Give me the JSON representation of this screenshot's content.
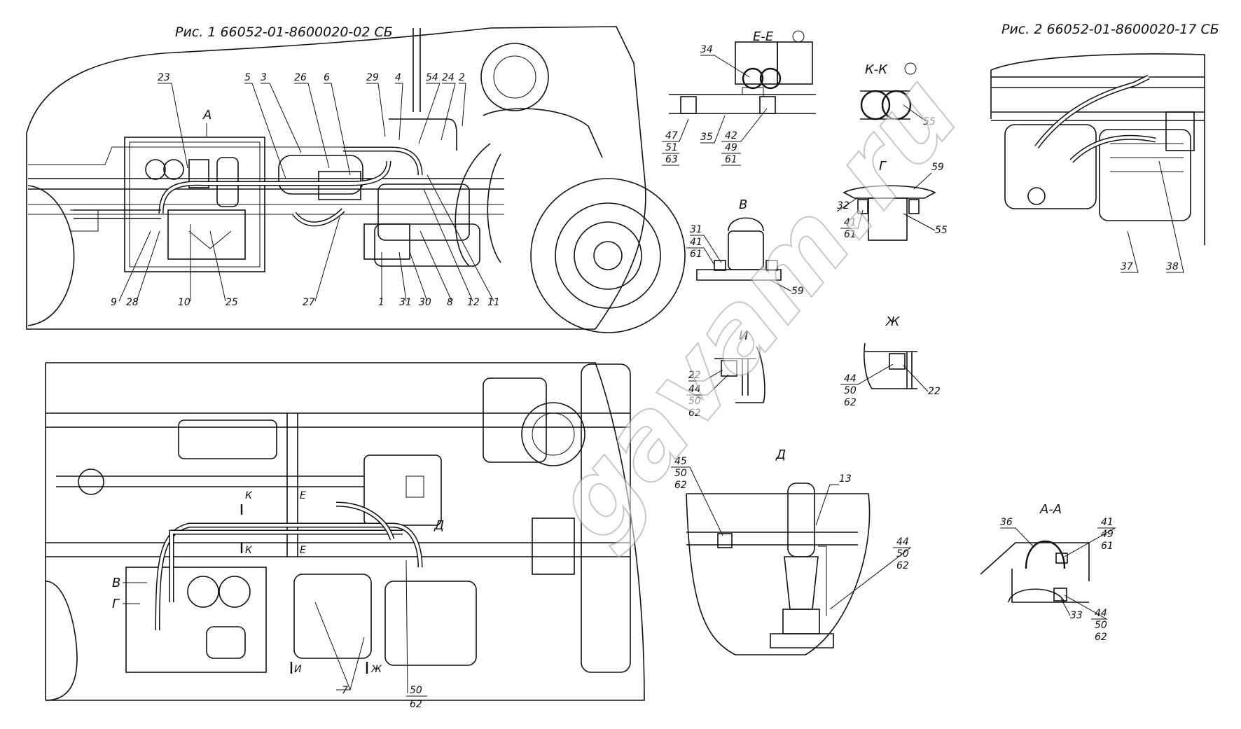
{
  "figures": {
    "fig1_title": "Рис. 1   66052-01-8600020-02 СБ",
    "fig2_title": "Рис. 2   66052-01-8600020-17 СБ"
  },
  "views": {
    "A": "А",
    "EE": "Е-Е",
    "KK": "К-К",
    "G": "Г",
    "V": "В",
    "I": "И",
    "ZH": "Ж",
    "D": "Д",
    "AA": "А-А"
  },
  "callouts": {
    "fig1_top": [
      "23",
      "5",
      "3",
      "26",
      "6",
      "29",
      "4",
      "54",
      "24",
      "2"
    ],
    "fig1_bottom": [
      "9",
      "28",
      "10",
      "25",
      "27",
      "1",
      "31",
      "30",
      "8",
      "12",
      "11"
    ],
    "fig2": [
      "37",
      "38"
    ],
    "ee": [
      "34",
      "35",
      "47",
      "51",
      "63",
      "42",
      "49",
      "61"
    ],
    "kk": [
      "55"
    ],
    "g": [
      "59",
      "32",
      "41",
      "61",
      "55"
    ],
    "v": [
      "31",
      "41",
      "61",
      "59"
    ],
    "i": [
      "22",
      "44",
      "50",
      "62"
    ],
    "zh": [
      "44",
      "50",
      "62",
      "22"
    ],
    "d": [
      "45",
      "50",
      "62",
      "13",
      "44",
      "50",
      "62"
    ],
    "aa": [
      "36",
      "41",
      "49",
      "61",
      "33",
      "44",
      "50",
      "62"
    ],
    "plan": [
      "В",
      "Г",
      "К",
      "К",
      "Е",
      "Е",
      "Д",
      "И",
      "Ж",
      "7",
      "50",
      "62"
    ]
  },
  "watermark": "gavam.ru"
}
